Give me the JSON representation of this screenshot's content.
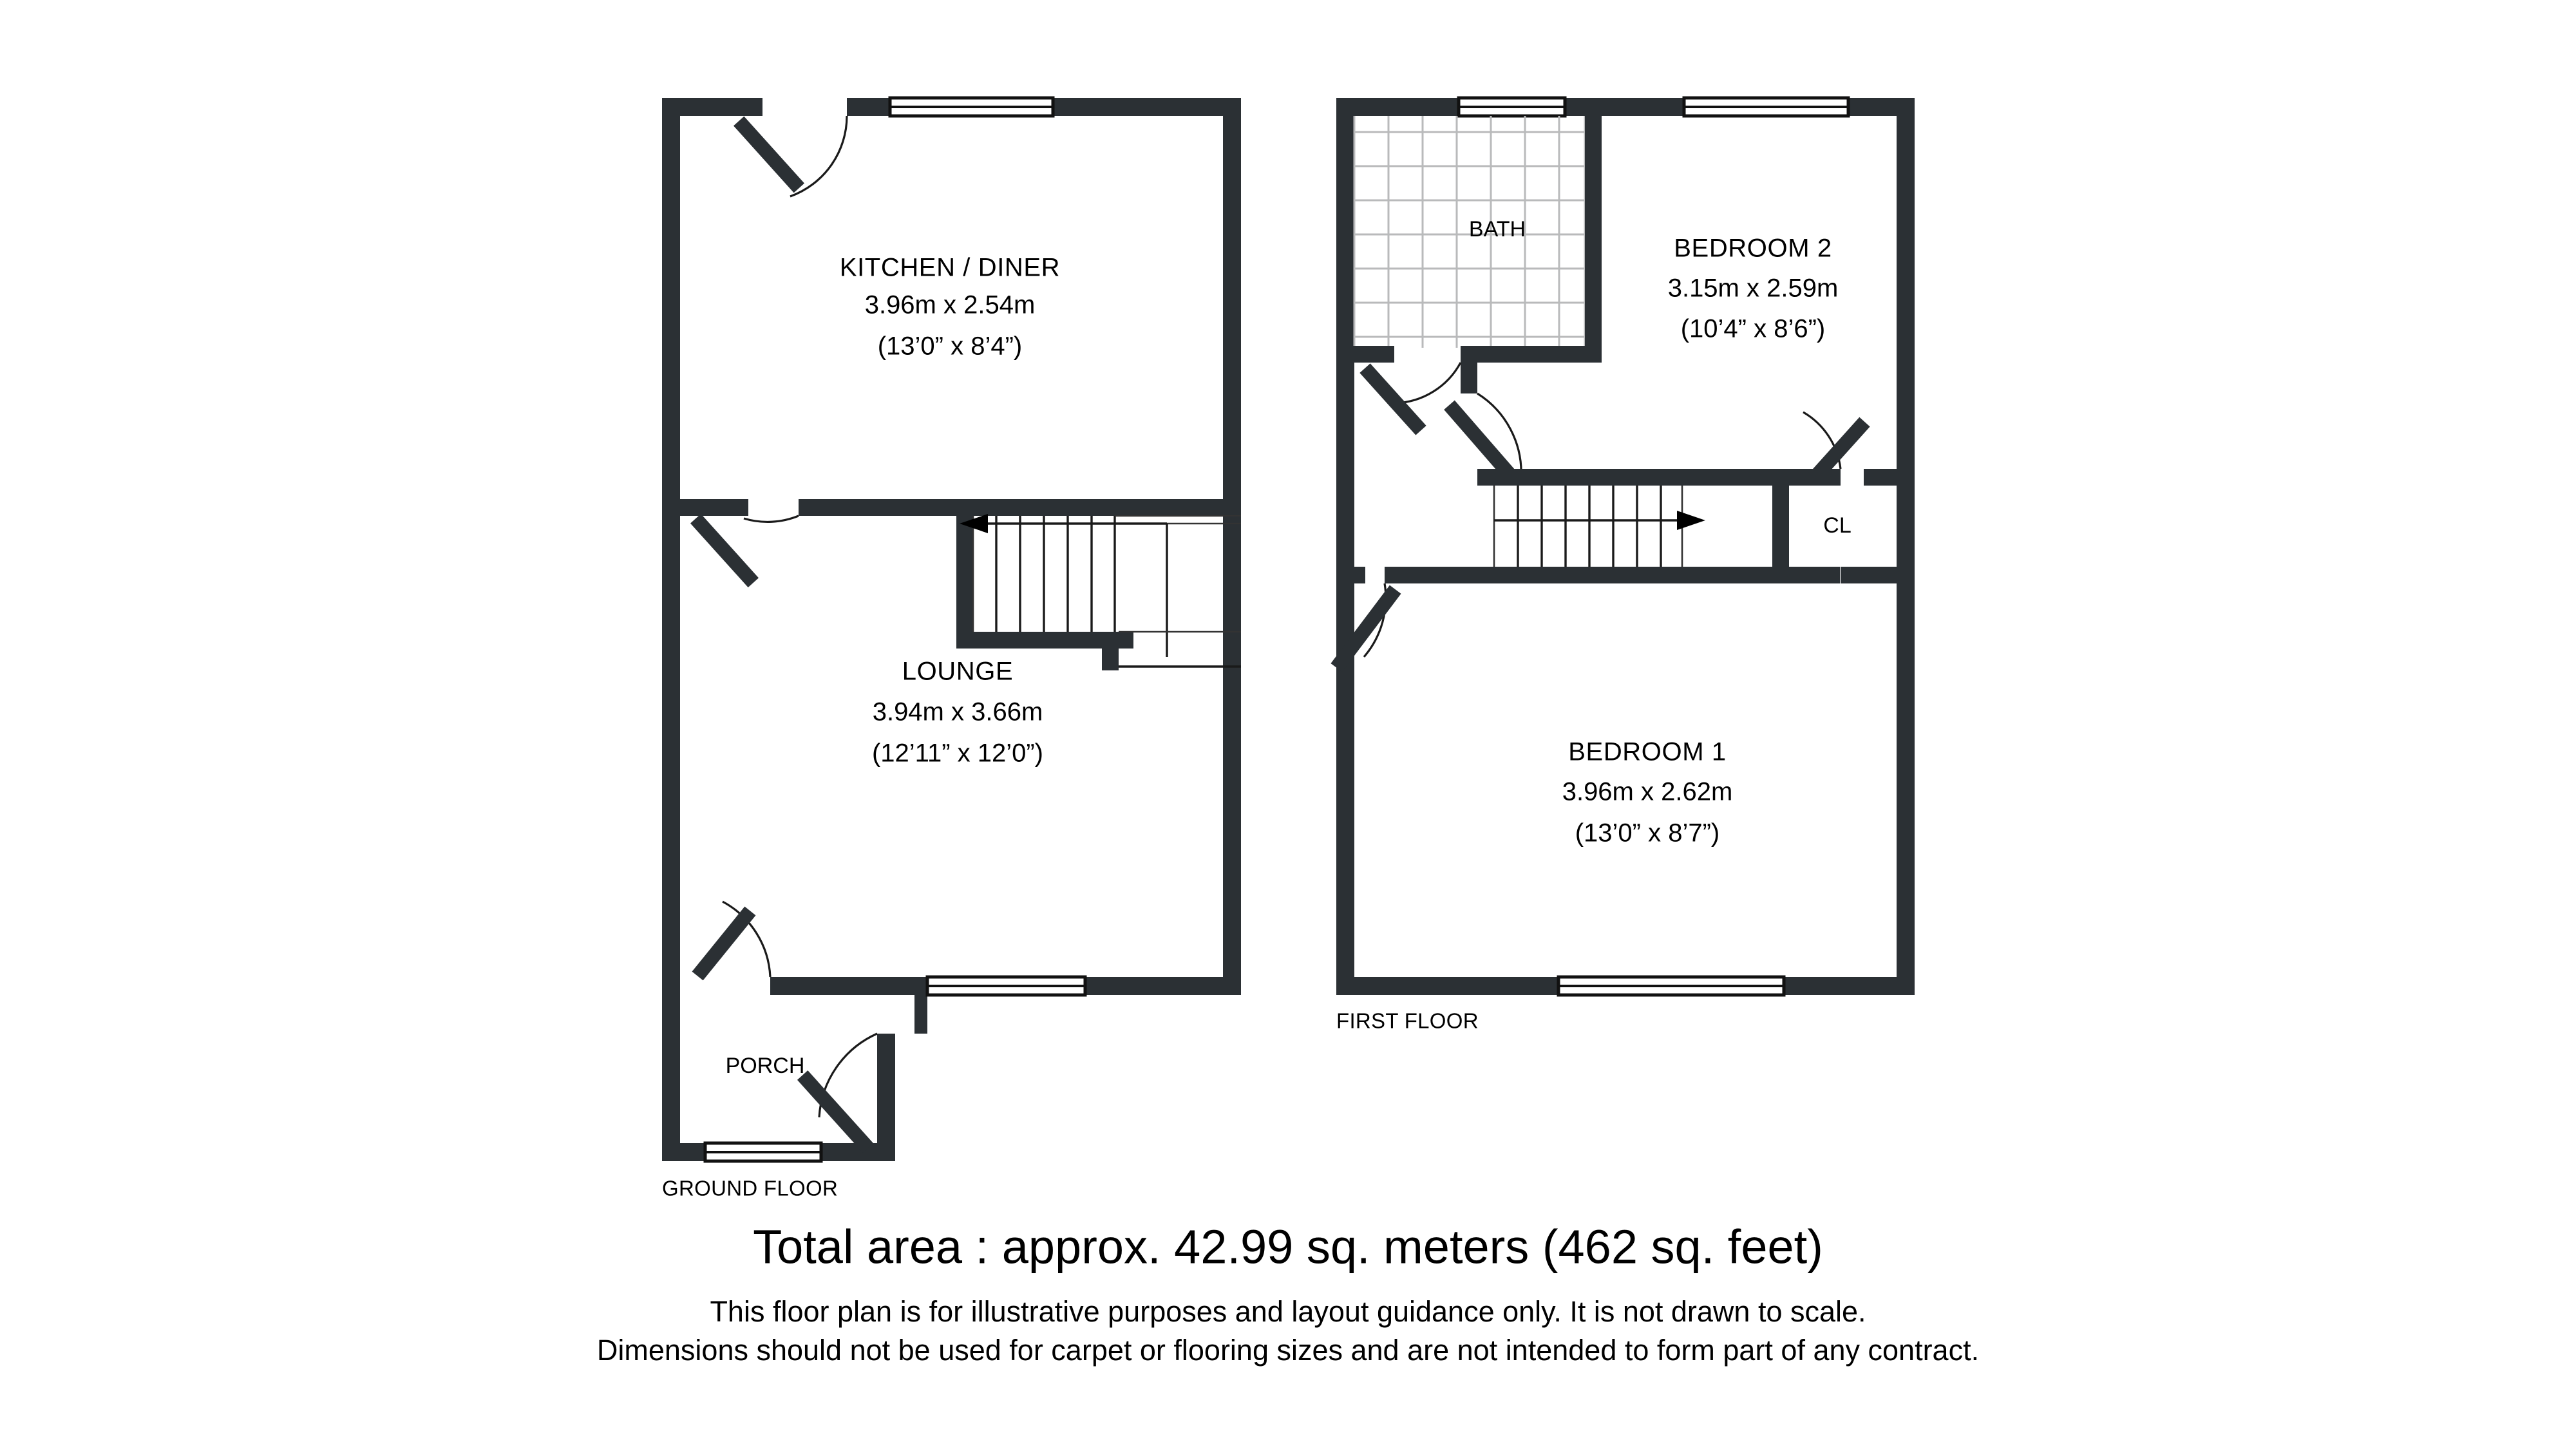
{
  "document": {
    "type": "floor-plan",
    "total_area_text": "Total area : approx. 42.99 sq. meters (462 sq. feet)",
    "disclaimer_line_1": "This floor plan is for illustrative purposes and layout guidance only. It is not drawn to scale.",
    "disclaimer_line_2": "Dimensions should not be used for carpet or flooring sizes and are not intended to form part of any contract.",
    "background_color": "#ffffff",
    "wall_color": "#2b3034",
    "text_color": "#000000"
  },
  "floors": [
    {
      "id": "ground",
      "label": "GROUND FLOOR",
      "rooms": [
        {
          "id": "kitchen-diner",
          "name": "KITCHEN / DINER",
          "dim_metric": "3.96m x 2.54m",
          "dim_imperial": "(13’0” x 8’4”)"
        },
        {
          "id": "lounge",
          "name": "LOUNGE",
          "dim_metric": "3.94m x 3.66m",
          "dim_imperial": "(12’11” x 12’0”)"
        },
        {
          "id": "porch",
          "name": "PORCH",
          "dim_metric": "",
          "dim_imperial": ""
        }
      ]
    },
    {
      "id": "first",
      "label": "FIRST FLOOR",
      "rooms": [
        {
          "id": "bath",
          "name": "BATH",
          "dim_metric": "",
          "dim_imperial": ""
        },
        {
          "id": "bedroom-2",
          "name": "BEDROOM 2",
          "dim_metric": "3.15m x 2.59m",
          "dim_imperial": "(10’4” x 8’6”)"
        },
        {
          "id": "bedroom-1",
          "name": "BEDROOM 1",
          "dim_metric": "3.96m x 2.62m",
          "dim_imperial": "(13’0” x 8’7”)"
        },
        {
          "id": "closet",
          "name": "CL",
          "dim_metric": "",
          "dim_imperial": ""
        }
      ]
    }
  ],
  "features": {
    "stairs_ground_direction": "left",
    "stairs_first_direction": "right",
    "window_count": 6,
    "door_count": 7
  }
}
